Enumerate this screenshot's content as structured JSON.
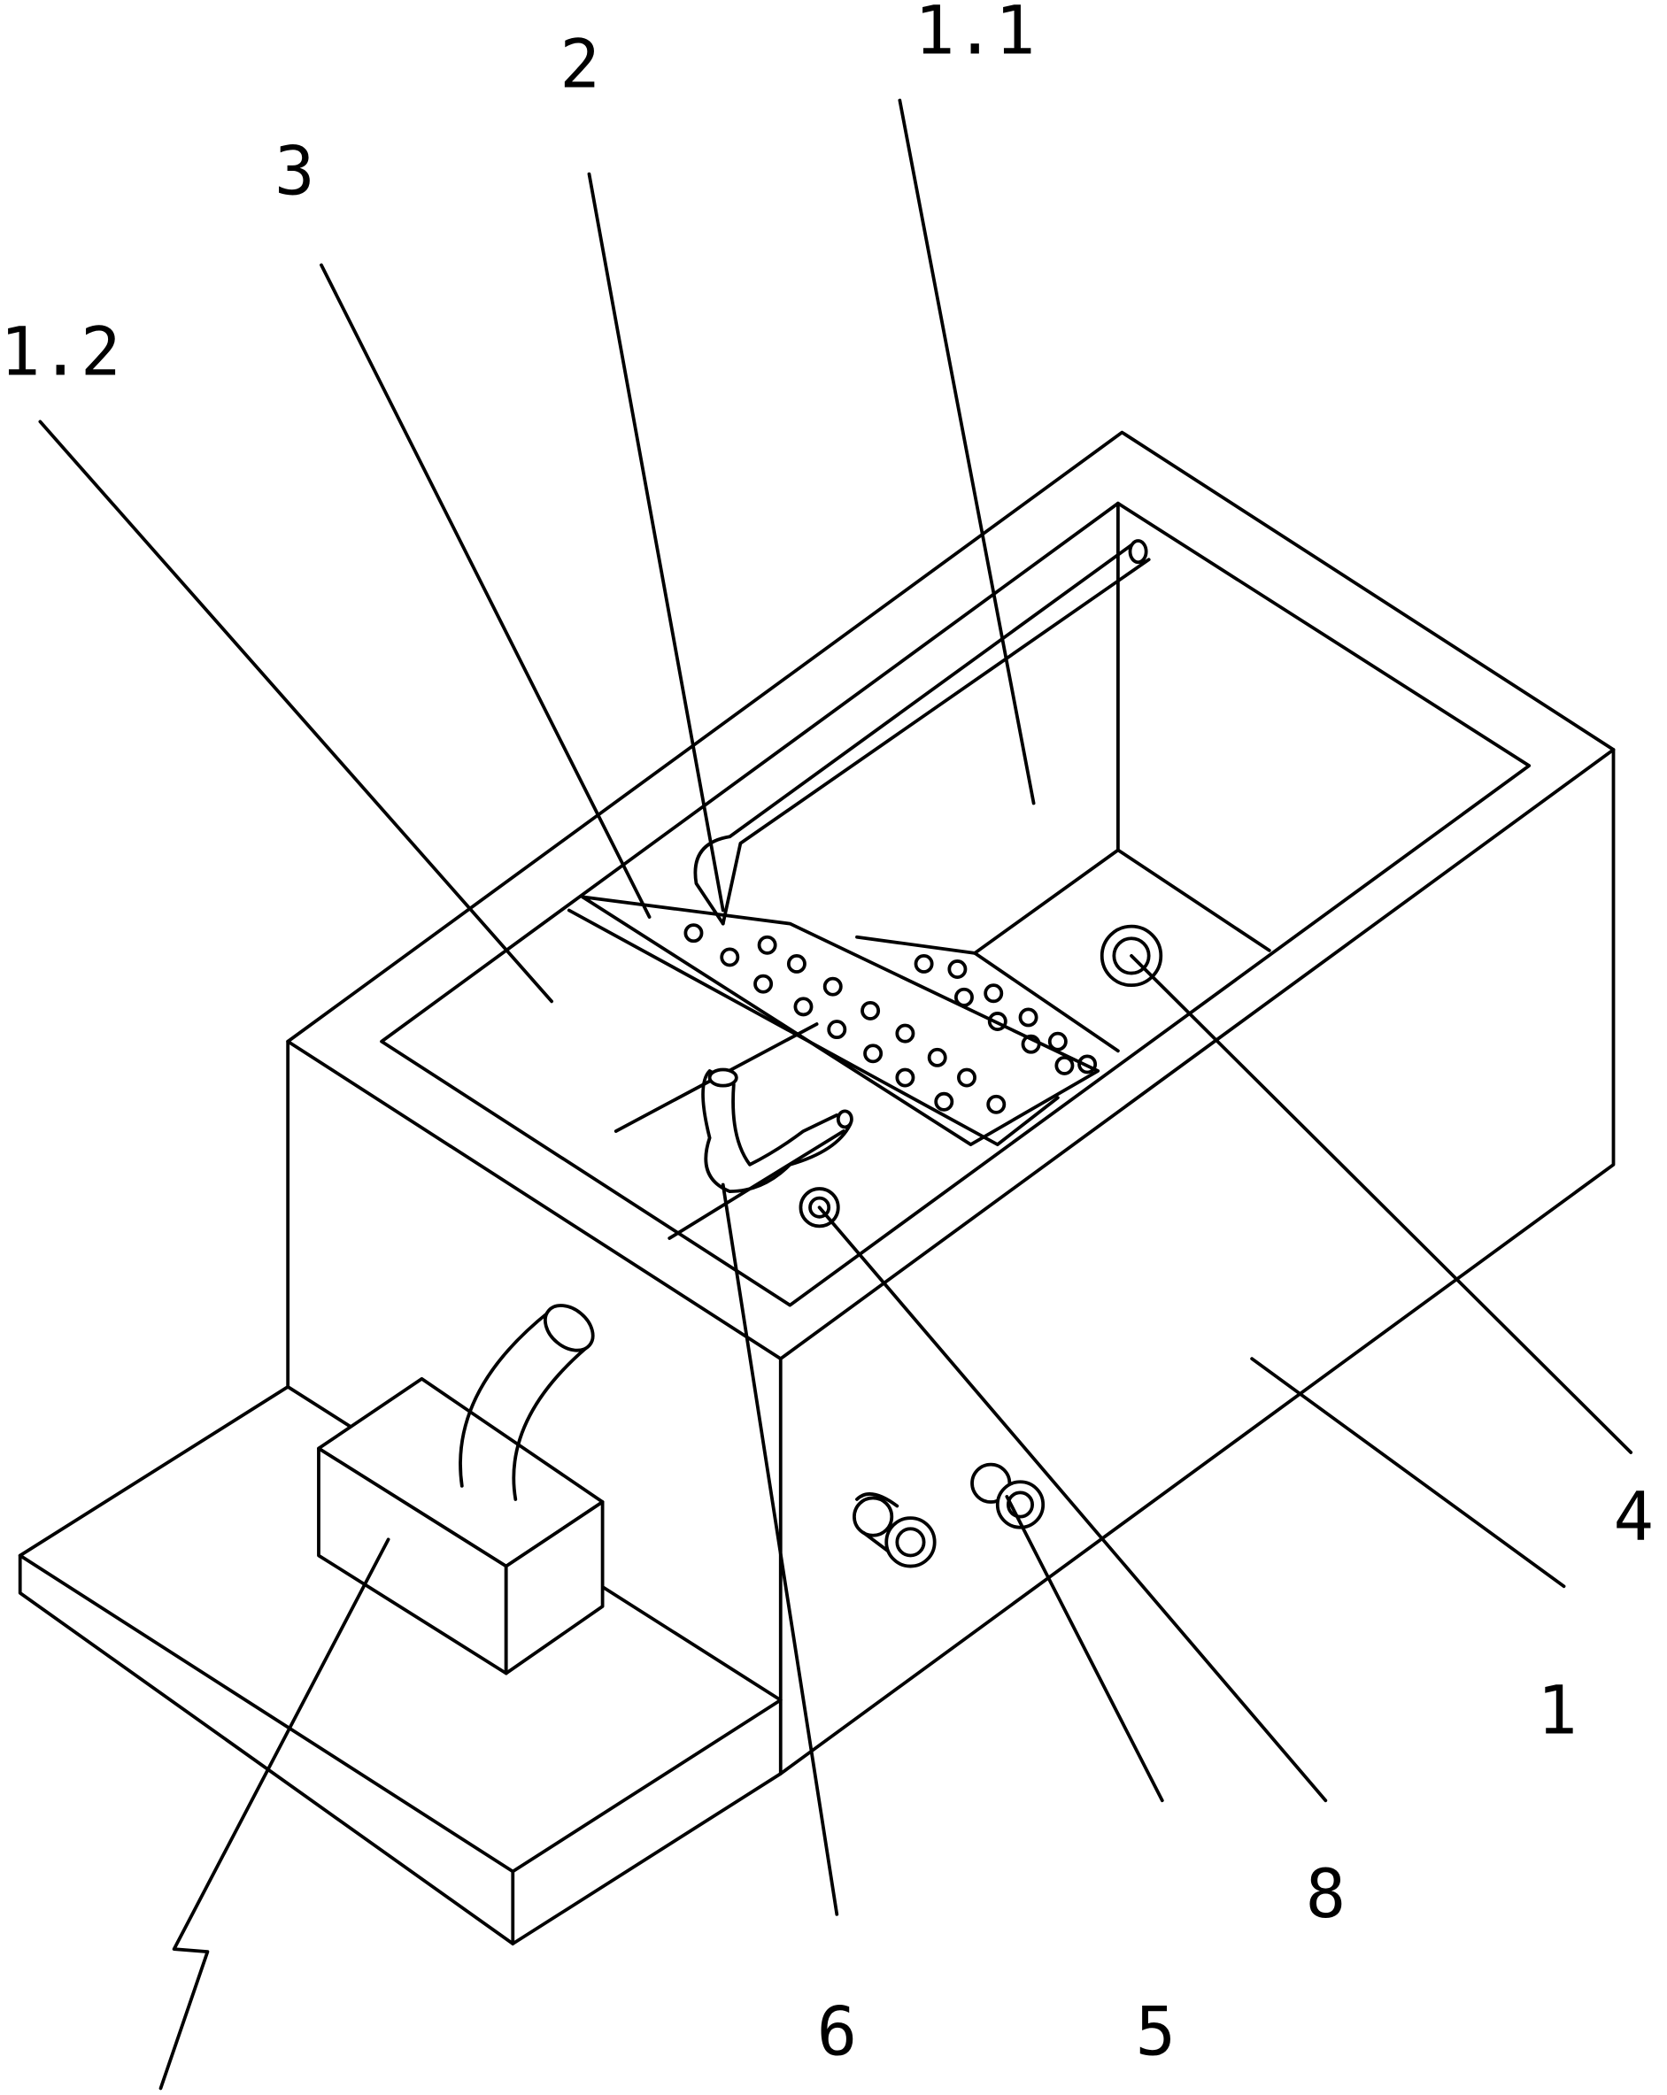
{
  "figure": {
    "labels": {
      "tank": "1",
      "chamber_1_1": "1.1",
      "chamber_1_2": "1.2",
      "pipe": "2",
      "filter_plate": "3",
      "outlet_4": "4",
      "nozzle_5": "5",
      "branch_pipe_6": "6",
      "port_8": "8"
    },
    "colors": {
      "line": "#000000",
      "background": "#ffffff"
    }
  }
}
